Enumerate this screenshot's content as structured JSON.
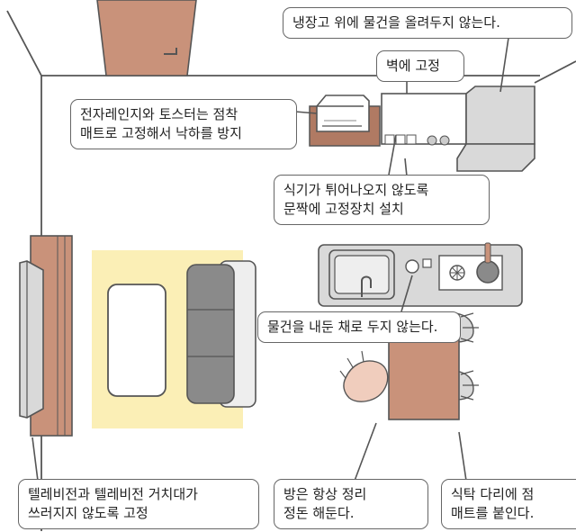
{
  "callouts": {
    "fridge": [
      "냉장고 위에 물건을 올려두지 않는다."
    ],
    "wall": [
      "벽에 고정"
    ],
    "microwave": [
      "전자레인지와 토스터는 점착",
      "매트로 고정해서 낙하를 방지"
    ],
    "cabinet": [
      "식기가 튀어나오지 않도록",
      "문짝에 고정장치 설치"
    ],
    "counter": [
      "물건을 내둔 채로 두지 않는다."
    ],
    "tv": [
      "텔레비전과 텔레비전 거치대가",
      "쓰러지지 않도록 고정"
    ],
    "room": [
      "방은 항상 정리",
      "정돈 해둔다."
    ],
    "table": [
      "식탁 다리에 점",
      "매트를 붙인다."
    ]
  },
  "colors": {
    "wood": "#c9927a",
    "wood_dark": "#b07a63",
    "rug": "#fbefb6",
    "gray": "#d9d9d9",
    "sofa": "#8a8a8a",
    "outline": "#555555"
  },
  "icons": [
    "door",
    "microwave",
    "toaster",
    "cabinet",
    "stove",
    "refrigerator",
    "tv",
    "tv-stand",
    "rug",
    "sofa",
    "table",
    "sink",
    "faucet",
    "gas-burner",
    "frying-pan",
    "chair"
  ]
}
